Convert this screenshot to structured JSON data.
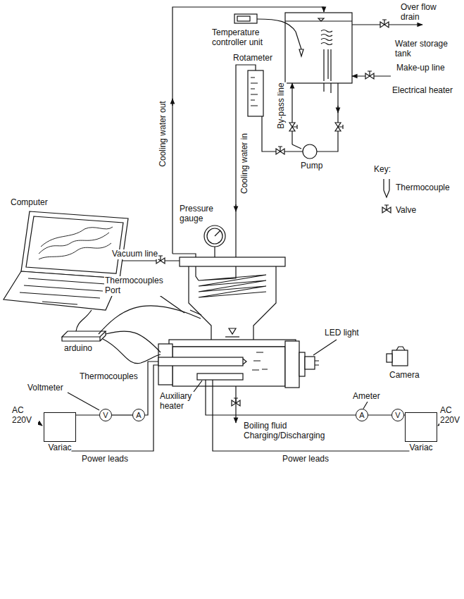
{
  "diagram": {
    "nodes": [
      {
        "text": [
          "Variac"
        ]
      },
      {
        "text": [
          "V"
        ]
      },
      {
        "text": [
          "A"
        ]
      },
      {
        "text": [
          "A"
        ]
      },
      {
        "text": [
          "V"
        ]
      },
      {
        "text": [
          "Variac"
        ]
      }
    ],
    "edges": [
      {
        "from": 0,
        "to": 1,
        "arrow": "none"
      },
      {
        "from": 1,
        "to": 2,
        "arrow": "none"
      },
      {
        "from": 3,
        "to": 4,
        "arrow": "none"
      },
      {
        "from": 4,
        "to": 5,
        "arrow": "none"
      }
    ],
    "labels": [
      "Temperature controller unit",
      "Over flow drain",
      "Water storage tank",
      "Make-up line",
      "Electrical heater",
      "By-pass line",
      "Cooling water out",
      "Rotameter",
      "Cooling water in",
      "Pump",
      "Key:",
      "Pressure gauge",
      "Vacuum line",
      "Computer",
      "Thermocouples Port",
      "LED light",
      "Camera",
      "arduino",
      "Thermocouples",
      "Auxiliary heater",
      "Boiling fluid Charging/Discharging",
      "Voltmeter",
      "AC 220V",
      "Power leads",
      "Ameter",
      "AC 220V",
      "Power leads"
    ],
    "legend": [
      {
        "text": "Thermocouple"
      },
      {
        "text": "Valve"
      }
    ]
  }
}
